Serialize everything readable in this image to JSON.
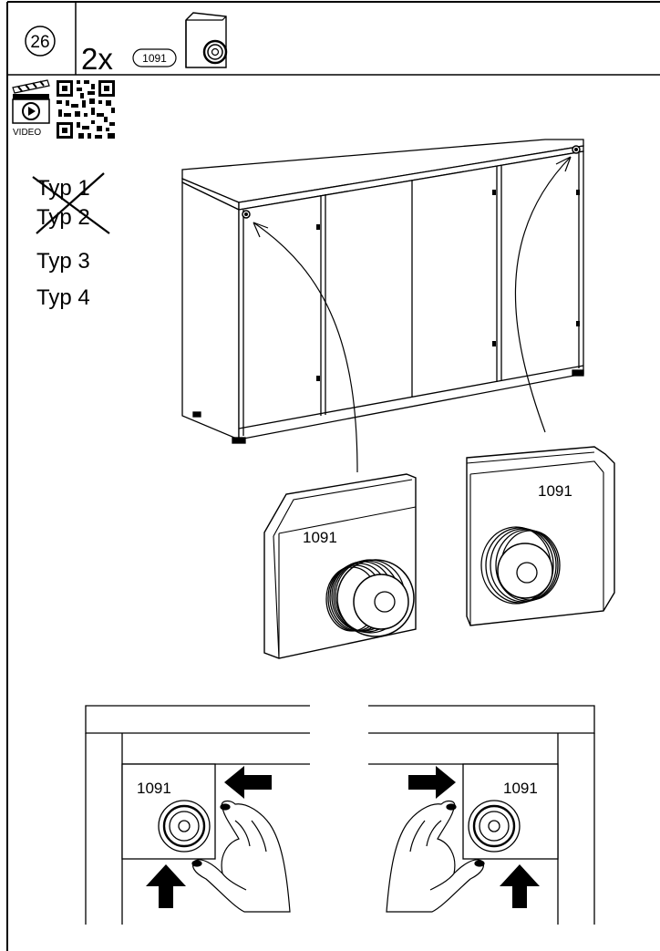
{
  "header": {
    "step_number": "26",
    "quantity": "2x",
    "part_number": "1091"
  },
  "video": {
    "label": "VIDEO",
    "icons": [
      "clapperboard-play-icon",
      "qr-code-icon"
    ]
  },
  "types": [
    {
      "label": "Typ 1",
      "crossed_out": true
    },
    {
      "label": "Typ 2",
      "crossed_out": true
    },
    {
      "label": "Typ 3",
      "crossed_out": false
    },
    {
      "label": "Typ 4",
      "crossed_out": false
    }
  ],
  "detail_left_label": "1091",
  "detail_right_label": "1091",
  "install_left_label": "1091",
  "install_right_label": "1091"
}
